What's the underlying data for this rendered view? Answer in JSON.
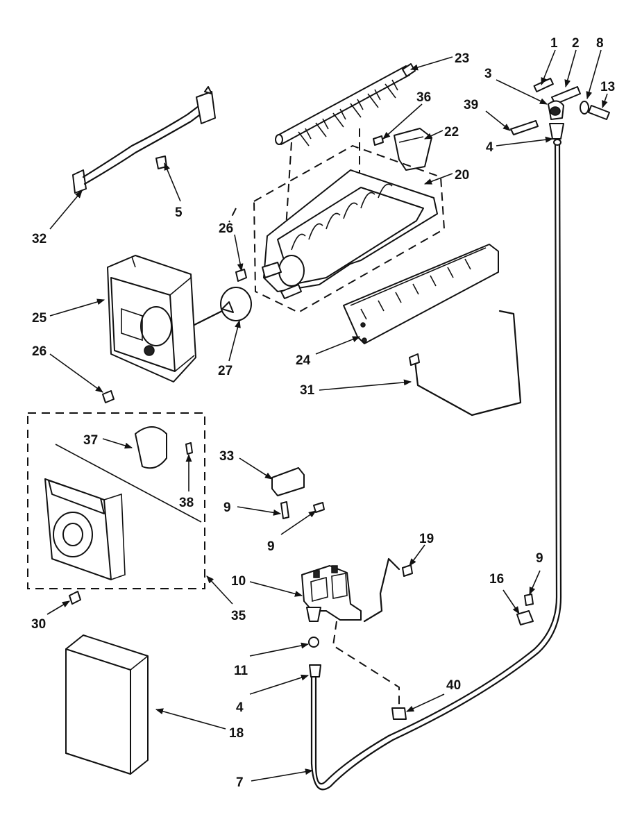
{
  "diagram": {
    "callouts": [
      {
        "id": "c1",
        "text": "1"
      },
      {
        "id": "c2",
        "text": "2"
      },
      {
        "id": "c8",
        "text": "8"
      },
      {
        "id": "c13",
        "text": "13"
      },
      {
        "id": "c3",
        "text": "3"
      },
      {
        "id": "c39",
        "text": "39"
      },
      {
        "id": "c4a",
        "text": "4"
      },
      {
        "id": "c23",
        "text": "23"
      },
      {
        "id": "c36",
        "text": "36"
      },
      {
        "id": "c22",
        "text": "22"
      },
      {
        "id": "c20",
        "text": "20"
      },
      {
        "id": "c5",
        "text": "5"
      },
      {
        "id": "c32",
        "text": "32"
      },
      {
        "id": "c26a",
        "text": "26"
      },
      {
        "id": "c25",
        "text": "25"
      },
      {
        "id": "c26b",
        "text": "26"
      },
      {
        "id": "c27",
        "text": "27"
      },
      {
        "id": "c24",
        "text": "24"
      },
      {
        "id": "c31",
        "text": "31"
      },
      {
        "id": "c37",
        "text": "37"
      },
      {
        "id": "c38",
        "text": "38"
      },
      {
        "id": "c33",
        "text": "33"
      },
      {
        "id": "c9a",
        "text": "9"
      },
      {
        "id": "c9b",
        "text": "9"
      },
      {
        "id": "c19",
        "text": "19"
      },
      {
        "id": "c9c",
        "text": "9"
      },
      {
        "id": "c16",
        "text": "16"
      },
      {
        "id": "c10",
        "text": "10"
      },
      {
        "id": "c35",
        "text": "35"
      },
      {
        "id": "c30",
        "text": "30"
      },
      {
        "id": "c11",
        "text": "11"
      },
      {
        "id": "c4b",
        "text": "4"
      },
      {
        "id": "c40",
        "text": "40"
      },
      {
        "id": "c18",
        "text": "18"
      },
      {
        "id": "c7",
        "text": "7"
      }
    ]
  }
}
